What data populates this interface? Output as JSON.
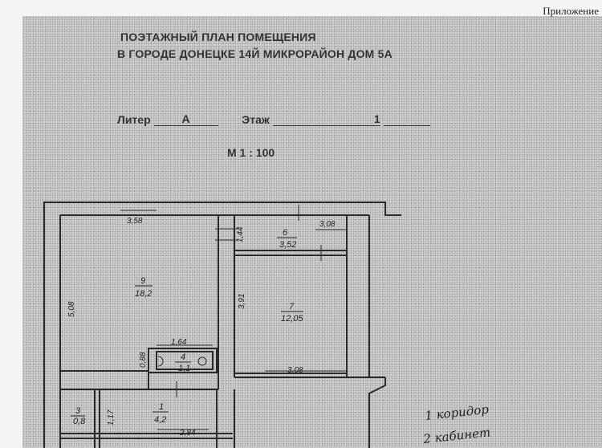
{
  "corner_label": "Приложение",
  "title_line1": "ПОЭТАЖНЫЙ ПЛАН  ПОМЕЩЕНИЯ",
  "title_line2": "В ГОРОДЕ ДОНЕЦКЕ 14Й МИКРОРАЙОН ДОМ 5А",
  "liter_label": "Литер",
  "liter_value": "А",
  "floor_label": "Этаж",
  "floor_value": "1",
  "scale": "М  1 : 100",
  "dimensions": {
    "top_left_width": "3,58",
    "top_right_width": "3,08",
    "left_height": "5,08",
    "room6_height": "1,44",
    "room7_height": "3,91",
    "room7_bottom_width": "3,08",
    "room4_width": "1,64",
    "room4_height": "0,88",
    "room3_height": "1,17",
    "corridor_width": "2,84"
  },
  "rooms": [
    {
      "number": "9",
      "area": "18,2"
    },
    {
      "number": "6",
      "area": "3,52"
    },
    {
      "number": "7",
      "area": "12,05"
    },
    {
      "number": "4",
      "area": "1,1"
    },
    {
      "number": "3",
      "area": "0,8"
    },
    {
      "number": "1",
      "area": "4,2"
    }
  ],
  "legend": [
    "1 коридор",
    "2 кабинет"
  ]
}
